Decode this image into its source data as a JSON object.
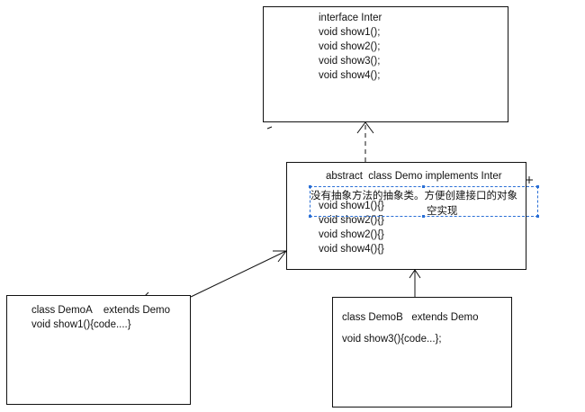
{
  "interface_box": {
    "lines": [
      "interface Inter",
      "void show1();",
      "void show2();",
      "void show3();",
      "void show4();"
    ]
  },
  "demo_box": {
    "title": "abstract  class Demo implements Inter",
    "lines": [
      "void show1(){}",
      "void show2(){}",
      "void show2(){}",
      "void show4(){}"
    ]
  },
  "note": {
    "lines": [
      "没有抽象方法的抽象类。方便创建接口的对象",
      "空实现"
    ],
    "border_color": "#2a6fd6"
  },
  "demoa_box": {
    "lines": [
      "class DemoA    extends Demo",
      "void show1(){code....}"
    ]
  },
  "demob_box": {
    "lines": [
      "class DemoB   extends Demo",
      "void show3(){code...};"
    ]
  },
  "connectors": {
    "realization": "dashed line with open arrow from Demo to Inter",
    "inheritance_a": "solid line with open arrow from DemoA to Demo",
    "inheritance_b": "solid line with open arrow from DemoB to Demo"
  }
}
